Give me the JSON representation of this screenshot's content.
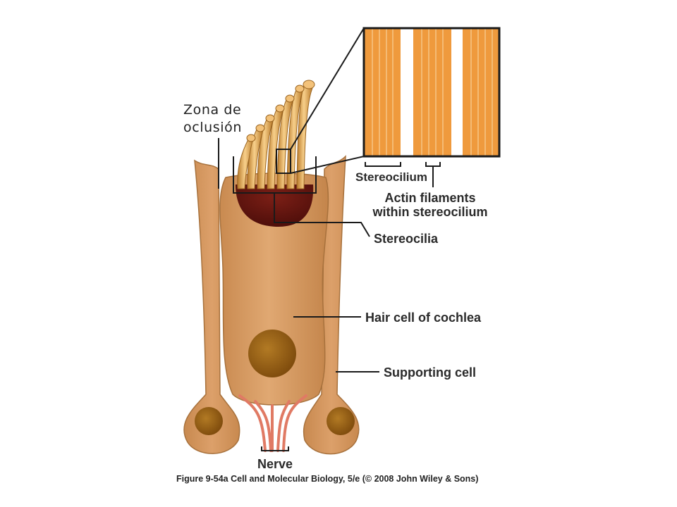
{
  "labels": {
    "zona_line1": "Zona de",
    "zona_line2": "oclusión",
    "stereocilium": "Stereocilium",
    "actin_line1": "Actin filaments",
    "actin_line2": "within stereocilium",
    "stereocilia": "Stereocilia",
    "hair_cell": "Hair cell of cochlea",
    "supporting_cell": "Supporting cell",
    "nerve": "Nerve"
  },
  "caption": "Figure 9-54a  Cell and Molecular Biology, 5/e (© 2008 John Wiley & Sons)",
  "colors": {
    "cell_fill": "#d79b62",
    "cell_stroke": "#a7713c",
    "nucleus": "#9c6212",
    "cuticular_plate": "#6a1812",
    "stereocilia": "#e8aa58",
    "actin_stripe": "#ef9a3d",
    "nerve": "#e07a64"
  }
}
